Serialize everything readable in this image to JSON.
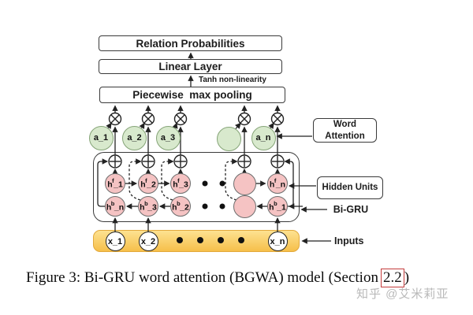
{
  "figure": {
    "relation_box": "Relation Probabilities",
    "linear_box": "Linear Layer",
    "tanh_note": "Tanh non-linearity",
    "pooling_box": "Piecewise  max pooling",
    "word_attention": {
      "line1": "Word",
      "line2": "Attention"
    },
    "hidden_units_label": "Hidden Units",
    "bigru_label": "Bi-GRU",
    "inputs_label": "Inputs",
    "attention_units": [
      "a_1",
      "a_2",
      "a_3",
      "",
      "a_n"
    ],
    "forward_units": [
      {
        "base": "h",
        "sup": "f",
        "sub": "_1"
      },
      {
        "base": "h",
        "sup": "f",
        "sub": "_2"
      },
      {
        "base": "h",
        "sup": "f",
        "sub": "_3"
      },
      {
        "base": "",
        "sup": "",
        "sub": ""
      },
      {
        "base": "h",
        "sup": "f",
        "sub": "_n"
      }
    ],
    "backward_units": [
      {
        "base": "h",
        "sup": "b",
        "sub": "_n"
      },
      {
        "base": "h",
        "sup": "b",
        "sub": "_3"
      },
      {
        "base": "h",
        "sup": "b",
        "sub": "_2"
      },
      {
        "base": "",
        "sup": "",
        "sub": ""
      },
      {
        "base": "h",
        "sup": "b",
        "sub": "_1"
      }
    ],
    "input_units": [
      "x_1",
      "x_2",
      "x_n"
    ]
  },
  "caption": {
    "prefix": "Figure 3: Bi-GRU word attention (BGWA) model (Section",
    "highlight": "2.2",
    "suffix": ")"
  },
  "watermark": "知乎 @艾米莉亚",
  "colors": {
    "green-fill": "#d8e9cd",
    "green-border": "#85a477",
    "pink-fill": "#f5c3c3",
    "pink-border": "#6e6e6e",
    "yellow-top": "#fde291",
    "yellow-bottom": "#f6bf4a",
    "yellow-border": "#e2a93c",
    "box-border": "#3a3a3a",
    "line": "#222222",
    "red-accent": "#c43b3b",
    "watermark-gray": "#b9b9b9"
  }
}
